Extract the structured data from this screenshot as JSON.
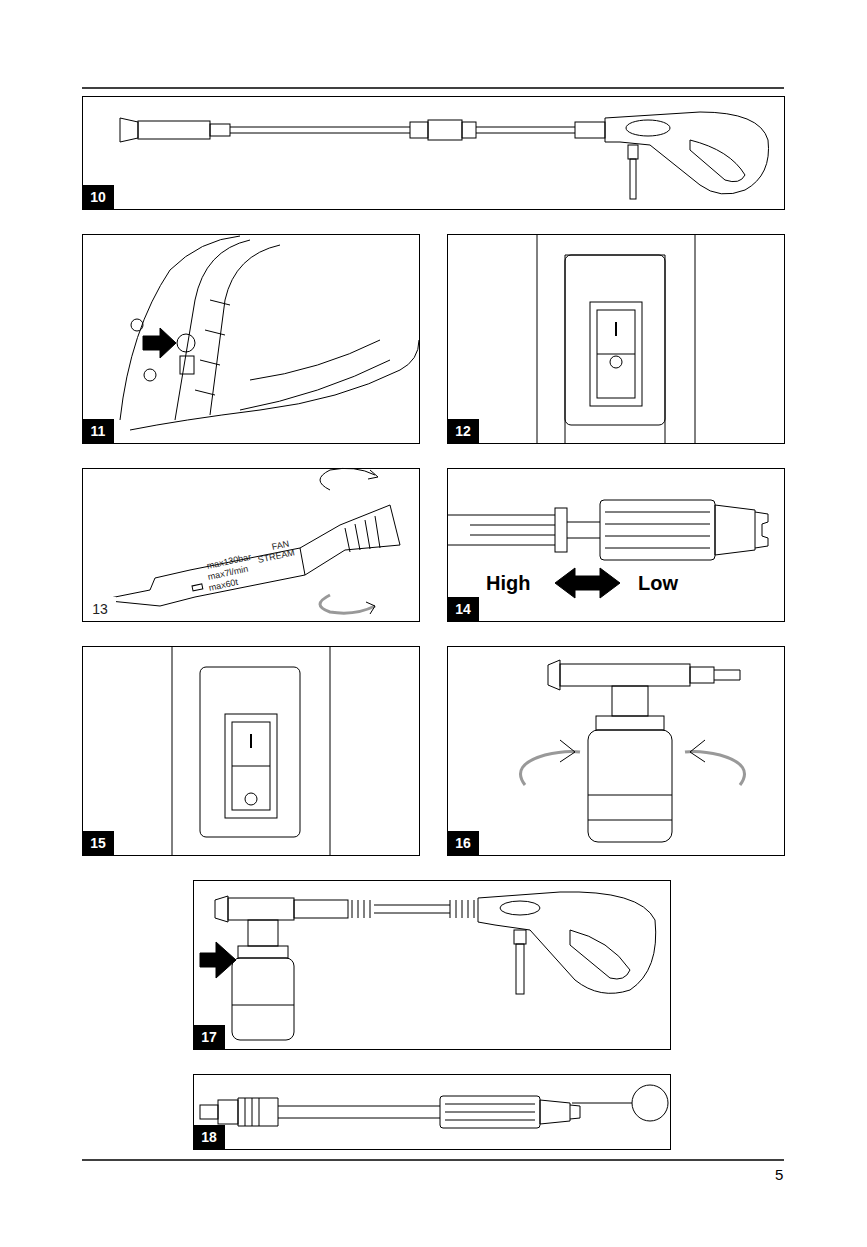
{
  "diagram": {
    "labels": [
      "10",
      "11",
      "12",
      "13",
      "max130bar",
      "max7l/min",
      "max60t",
      "FAN",
      "STREAM",
      "14",
      "High",
      "Low",
      "15",
      "16",
      "17",
      "18",
      "5"
    ]
  }
}
